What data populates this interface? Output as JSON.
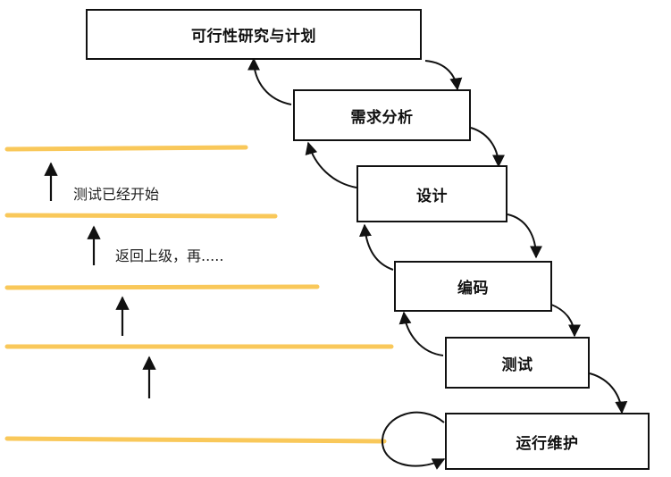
{
  "stages": [
    {
      "id": "feasibility",
      "label": "可行性研究与计划"
    },
    {
      "id": "requirements",
      "label": "需求分析"
    },
    {
      "id": "design",
      "label": "设计"
    },
    {
      "id": "coding",
      "label": "编码"
    },
    {
      "id": "testing",
      "label": "测试"
    },
    {
      "id": "maintenance",
      "label": "运行维护"
    }
  ],
  "notes": {
    "testing_started": "测试已经开始",
    "return_upper": "返回上级，再....."
  },
  "colors": {
    "level_line": "#f9c85a",
    "stroke": "#111111"
  }
}
